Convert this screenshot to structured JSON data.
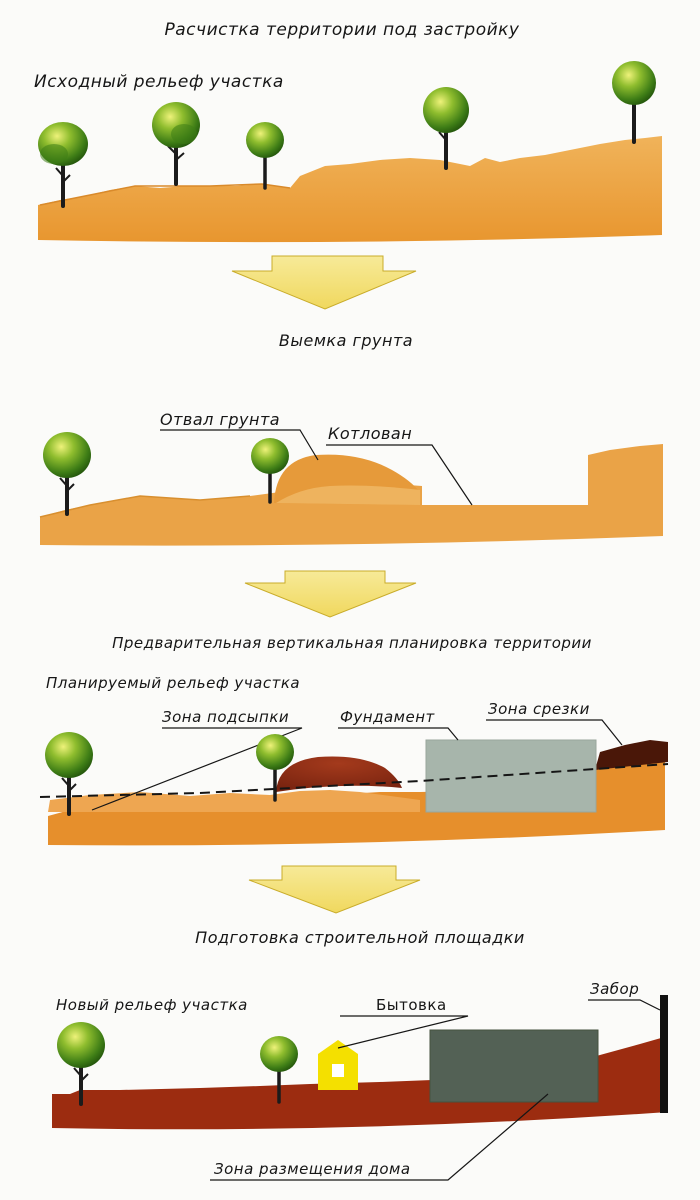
{
  "title": "Расчистка территории под застройку",
  "stages": {
    "s1": {
      "label": "Исходный рельеф участка"
    },
    "s2": {
      "label": "Выемка грунта",
      "spoil": "Отвал грунта",
      "pit": "Котлован"
    },
    "s3": {
      "heading": "Предварительная вертикальная планировка территории",
      "label": "Планируемый рельеф участка",
      "fill": "Зона подсыпки",
      "foundation": "Фундамент",
      "cut": "Зона срезки"
    },
    "s4": {
      "heading": "Подготовка строительной площадки",
      "label": "Новый рельеф участка",
      "cabin": "Бытовка",
      "fence": "Забор",
      "house": "Зона размещения дома"
    }
  },
  "colors": {
    "soil": "#e99a37",
    "soil_light": "#eeae55",
    "spoil": "#e8a24a",
    "dark_mound": "#8a2a12",
    "red_soil": "#b33a14",
    "new_soil": "#9c2c10",
    "foundation": "#a7b5ab",
    "house_zone": "#536155",
    "cabin": "#f4e000",
    "arrow": "#f3e07a",
    "foliage": "#3e7d16",
    "trunk": "#1b1b1b"
  },
  "icons": [
    "tree-icon",
    "arrow-down-icon",
    "cabin-icon",
    "fence-icon"
  ]
}
